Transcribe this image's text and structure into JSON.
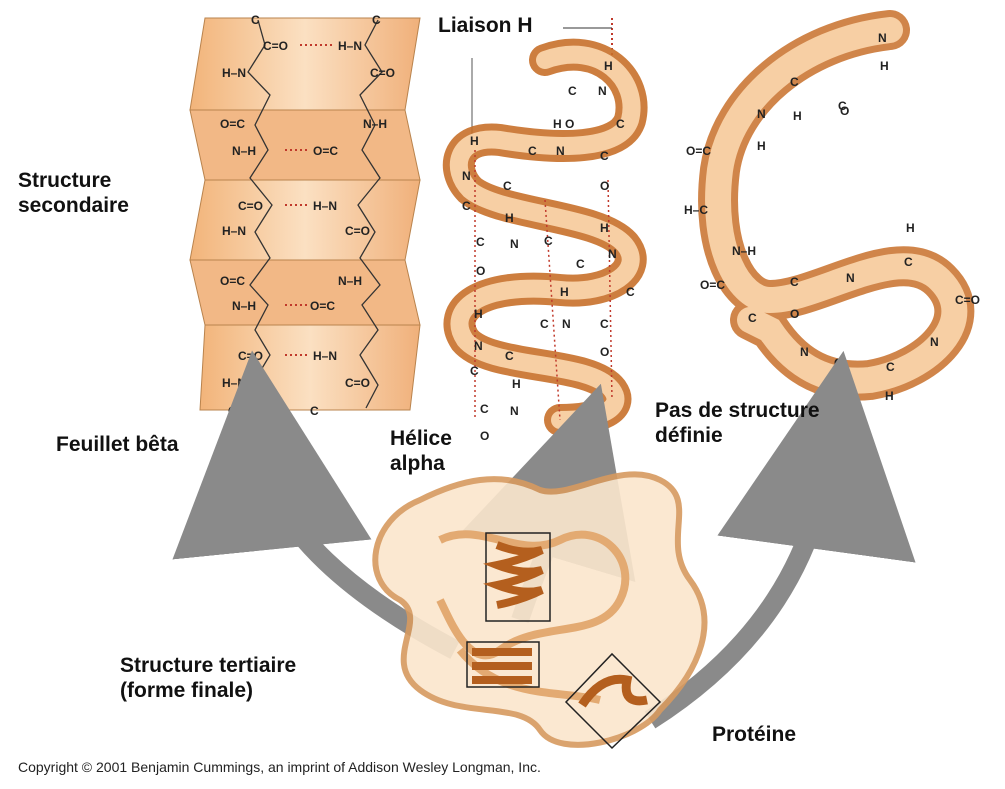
{
  "labels": {
    "secondary_structure": [
      "Structure",
      "secondaire"
    ],
    "h_bond": "Liaison H",
    "beta_sheet": "Feuillet bêta",
    "alpha_helix": [
      "Hélice",
      "alpha"
    ],
    "no_structure": [
      "Pas de structure",
      "définie"
    ],
    "tertiary_structure": [
      "Structure tertiaire",
      "(forme finale)"
    ],
    "protein": "Protéine"
  },
  "copyright": "Copyright © 2001 Benjamin Cummings, an imprint of Addison Wesley Longman, Inc.",
  "colors": {
    "ribbon_light": "#f6c99a",
    "ribbon_dark": "#c8702a",
    "arrow_gray": "#8a8a8a",
    "hbond_red": "#c0392b"
  }
}
